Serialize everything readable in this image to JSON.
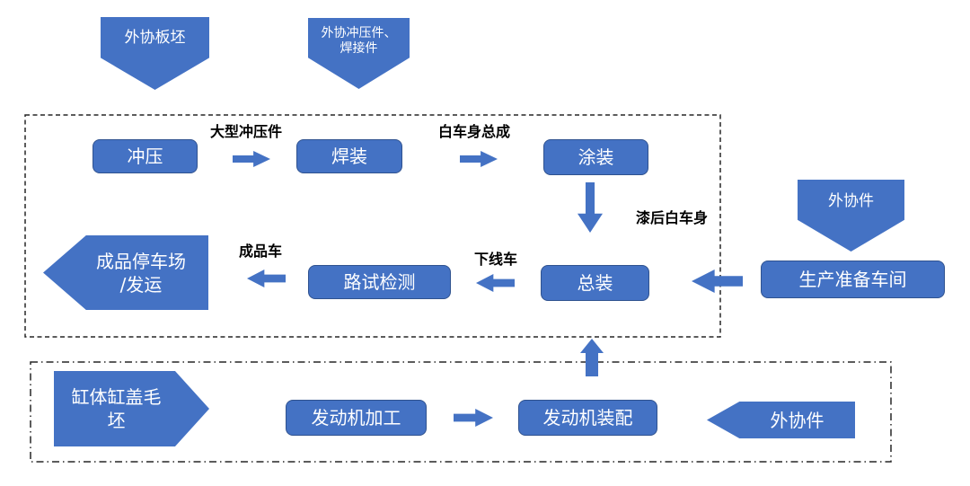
{
  "colors": {
    "shape_fill": "#4472C4",
    "shape_border": "#2F528F",
    "text_on_shape": "#FFFFFF",
    "flow_label_text": "#000000",
    "boundary_line": "#262626",
    "background": "#FFFFFF"
  },
  "inputs": {
    "slab": {
      "label": "外协板坯"
    },
    "stamp_weld": {
      "line1": "外协冲压件、",
      "line2": "焊接件"
    },
    "parts_top": {
      "label": "外协件"
    },
    "parts_bottom": {
      "label": "外协件"
    },
    "engine_blank": {
      "line1": "缸体缸盖毛",
      "line2": "坯"
    }
  },
  "process": {
    "stamping": "冲压",
    "welding": "焊装",
    "painting": "涂装",
    "assembly": "总装",
    "road_test": "路试检测",
    "prep_workshop": "生产准备车间",
    "engine_machining": "发动机加工",
    "engine_assembly": "发动机装配",
    "parking": {
      "line1": "成品停车场",
      "line2": "/发运"
    }
  },
  "flow_labels": {
    "large_stampings": "大型冲压件",
    "body_in_white": "白车身总成",
    "painted_body": "漆后白车身",
    "offline_car": "下线车",
    "finished_car": "成品车"
  }
}
